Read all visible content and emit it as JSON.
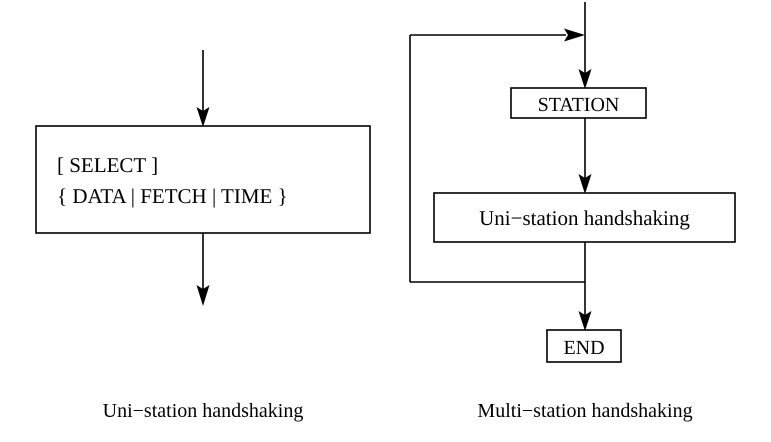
{
  "figure": {
    "background_color": "#ffffff",
    "line_color": "#000000",
    "text_color": "#000000"
  },
  "left_diagram": {
    "name": "uni-station-handshaking-diagram",
    "caption": "Uni−station handshaking",
    "process_box": {
      "line1": "[ SELECT ]",
      "line2": "{ DATA | FETCH | TIME }"
    },
    "arrows": {
      "entry": "arrow-down-into-select-box",
      "exit": "arrow-down-out-of-select-box"
    }
  },
  "right_diagram": {
    "name": "multi-station-handshaking-diagram",
    "caption": "Multi−station handshaking",
    "nodes": {
      "station": "STATION",
      "subprocess": "Uni−station handshaking",
      "end": "END"
    },
    "arrows": {
      "entry": "arrow-down-into-station",
      "station_to_subprocess": "arrow-down-station-to-uni-station",
      "loop_back": "arrow-right-loop-back-to-trunk",
      "to_end": "arrow-down-to-end"
    }
  }
}
